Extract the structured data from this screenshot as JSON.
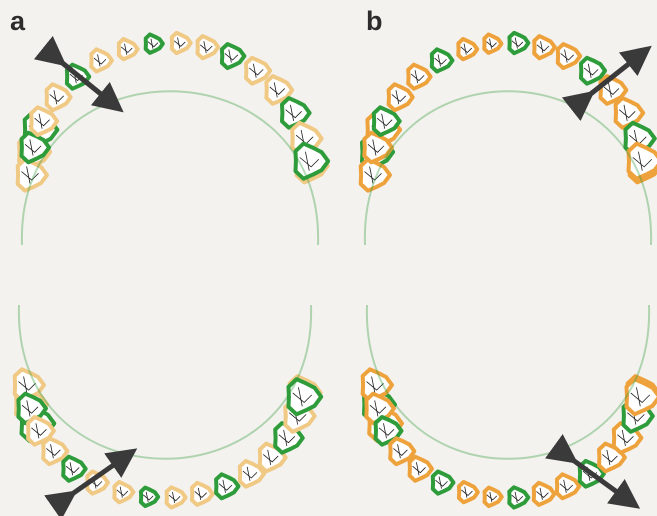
{
  "panels": [
    {
      "id": "a",
      "label": "a",
      "colors": {
        "green": "#2e9c3a",
        "light_tan": "#f0c985",
        "tooth_fill": "#ffffff",
        "fissure": "#1f1f1f",
        "arrow": "#3a3a3a"
      }
    },
    {
      "id": "b",
      "label": "b",
      "colors": {
        "green": "#2e9c3a",
        "orange": "#eea23c",
        "tooth_fill": "#ffffff",
        "fissure": "#1f1f1f",
        "arrow": "#3a3a3a"
      }
    }
  ]
}
